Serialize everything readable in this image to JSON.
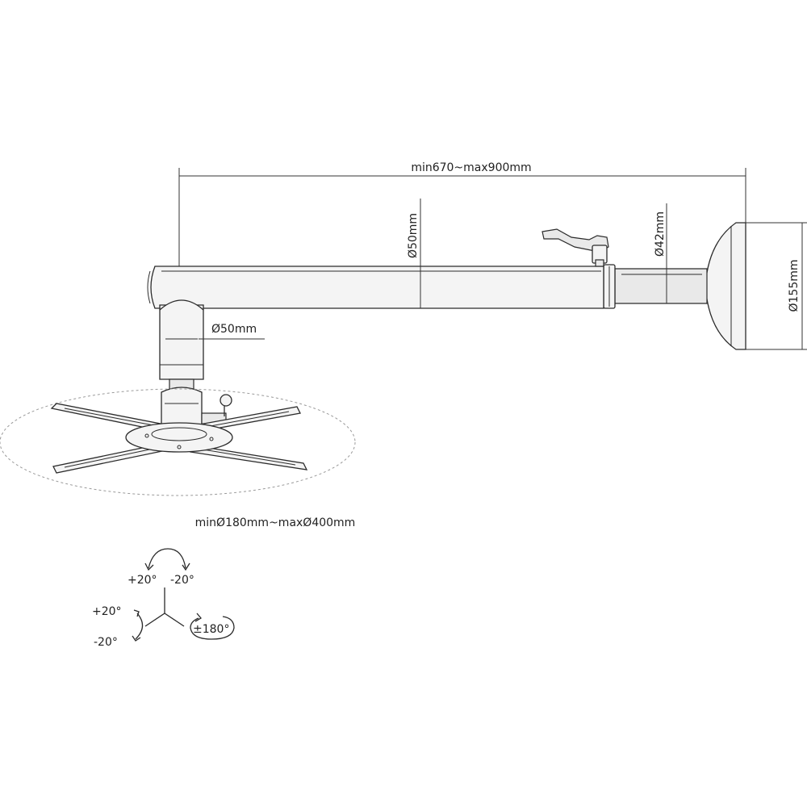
{
  "dimensions": {
    "extension_length": "min670~max900mm",
    "main_tube_diameter": "Ø50mm",
    "vertical_tube_diameter": "Ø50mm",
    "inner_tube_diameter": "Ø42mm",
    "ceiling_plate_diameter": "Ø155mm",
    "bracket_span": "minØ180mm~maxØ400mm"
  },
  "adjustments": {
    "tilt_plus": "+20°",
    "tilt_minus": "-20°",
    "roll_plus": "+20°",
    "roll_minus": "-20°",
    "swivel": "±180°"
  }
}
